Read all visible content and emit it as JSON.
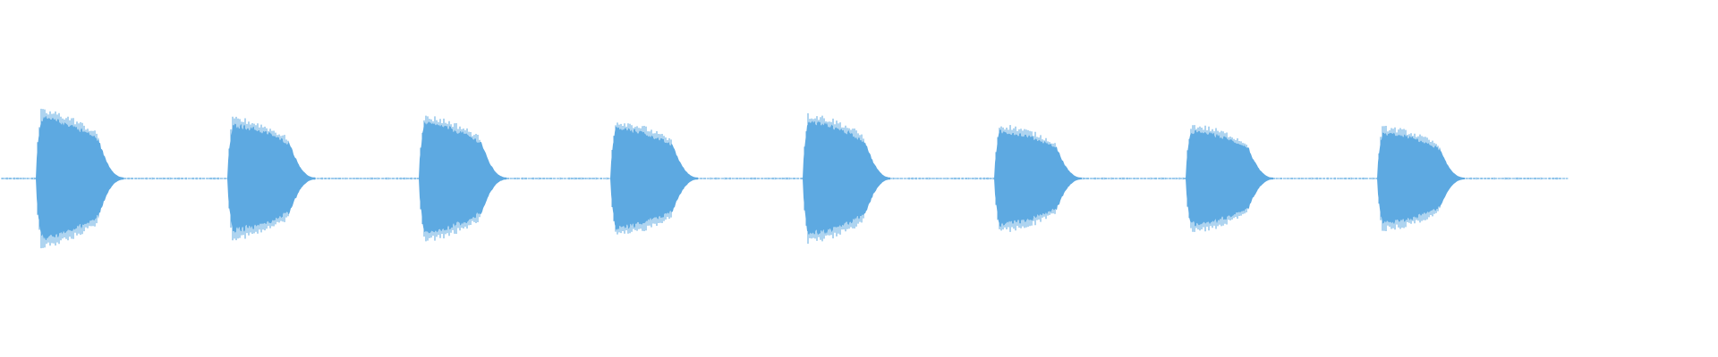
{
  "colors": {
    "background": "#ffffff",
    "waveform": "#5da9e1"
  },
  "chart_data": {
    "type": "area",
    "title": "",
    "xlabel": "",
    "ylabel": "",
    "grid": false,
    "legend": "none",
    "ylim": [
      -1,
      1
    ],
    "baseline_amplitude": 0.01,
    "bursts": [
      {
        "index": 1,
        "peak_amplitude": 0.7
      },
      {
        "index": 2,
        "peak_amplitude": 0.62
      },
      {
        "index": 3,
        "peak_amplitude": 0.64
      },
      {
        "index": 4,
        "peak_amplitude": 0.59
      },
      {
        "index": 5,
        "peak_amplitude": 0.66
      },
      {
        "index": 6,
        "peak_amplitude": 0.55
      },
      {
        "index": 7,
        "peak_amplitude": 0.55
      },
      {
        "index": 8,
        "peak_amplitude": 0.53
      }
    ]
  }
}
